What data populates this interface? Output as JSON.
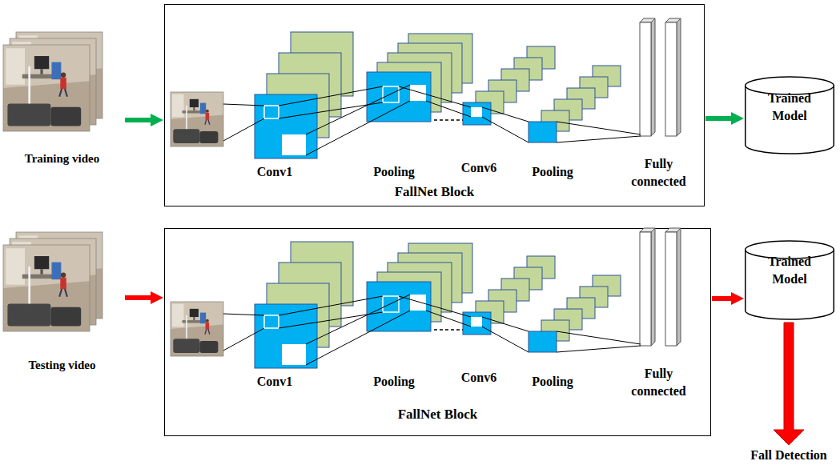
{
  "diagram": {
    "nodes": [
      {
        "text": [
          "Training video"
        ]
      },
      {
        "text": [
          "FallNet Block"
        ]
      },
      {
        "text": [
          "Conv1"
        ],
        "in": 1
      },
      {
        "text": [
          "Pooling"
        ],
        "in": 1
      },
      {
        "text": [
          "Conv6"
        ],
        "in": 1
      },
      {
        "text": [
          "Pooling"
        ],
        "in": 1
      },
      {
        "text": [
          "Fully connected"
        ],
        "in": 1
      },
      {
        "text": [
          "Trained Model"
        ]
      },
      {
        "text": [
          "Testing video"
        ]
      },
      {
        "text": [
          "FallNet Block"
        ]
      },
      {
        "text": [
          "Conv1"
        ],
        "in": 9
      },
      {
        "text": [
          "Pooling"
        ],
        "in": 9
      },
      {
        "text": [
          "Conv6"
        ],
        "in": 9
      },
      {
        "text": [
          "Pooling"
        ],
        "in": 9
      },
      {
        "text": [
          "Fully connected"
        ],
        "in": 9
      },
      {
        "text": [
          "Trained Model"
        ]
      }
    ],
    "edges": [
      {
        "from": 0,
        "to": 1,
        "arrow": "to"
      },
      {
        "from": 1,
        "to": 7,
        "arrow": "to"
      },
      {
        "from": 8,
        "to": 9,
        "arrow": "to"
      },
      {
        "from": 9,
        "to": 15,
        "arrow": "to"
      }
    ],
    "labels": [
      "Fall Detection"
    ]
  }
}
